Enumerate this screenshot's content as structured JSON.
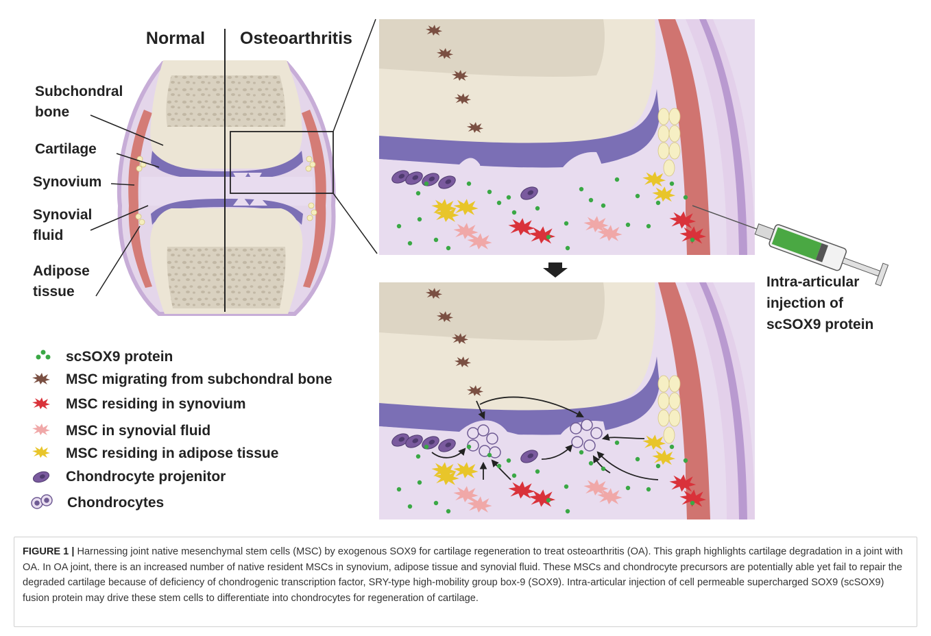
{
  "panel_titles": {
    "normal": "Normal",
    "oa": "Osteoarthritis"
  },
  "anatomy_labels": {
    "subchondral_1": "Subchondral",
    "subchondral_2": "bone",
    "cartilage": "Cartilage",
    "synovium": "Synovium",
    "synovial_fluid_1": "Synovial",
    "synovial_fluid_2": "fluid",
    "adipose_1": "Adipose",
    "adipose_2": "tissue"
  },
  "injection_label": {
    "line1": "Intra-articular",
    "line2": "injection of",
    "line3": "scSOX9 protein"
  },
  "legend": [
    {
      "key": "scsox9",
      "label": "scSOX9 protein",
      "color": "#3aa845"
    },
    {
      "key": "msc-bone",
      "label": "MSC migrating from subchondral bone",
      "color": "#7a4f42"
    },
    {
      "key": "msc-synovium",
      "label": "MSC residing in synovium",
      "color": "#d9323a"
    },
    {
      "key": "msc-fluid",
      "label": "MSC in synovial fluid",
      "color": "#f0a8a8"
    },
    {
      "key": "msc-adipose",
      "label": "MSC residing in adipose tissue",
      "color": "#e8c52a"
    },
    {
      "key": "progenitor",
      "label": "Chondrocyte projenitor",
      "color": "#7a5a9e"
    },
    {
      "key": "chondrocytes",
      "label": "Chondrocytes",
      "color": "#b49ccc"
    }
  ],
  "caption": {
    "label": "FIGURE 1 |",
    "text": " Harnessing joint native mesenchymal stem cells (MSC) by exogenous SOX9 for cartilage regeneration to treat osteoarthritis (OA). This graph highlights cartilage degradation in a joint with OA. In OA joint, there is an increased number of native resident MSCs in synovium, adipose tissue and synovial fluid. These MSCs and chondrocyte precursors are potentially able yet fail to repair the degraded cartilage because of deficiency of chondrogenic transcription factor, SRY-type high-mobility group box-9 (SOX9). Intra-articular injection of cell permeable supercharged SOX9 (scSOX9) fusion protein may drive these stem cells to differentiate into chondrocytes for regeneration of cartilage."
  },
  "colors": {
    "bone": "#ece6d8",
    "bone_inner": "#d8d0bf",
    "cartilage": "#7b6fb5",
    "fluid": "#e5d6ea",
    "synovium": "#d5736e",
    "capsule": "#cdb5dc"
  }
}
